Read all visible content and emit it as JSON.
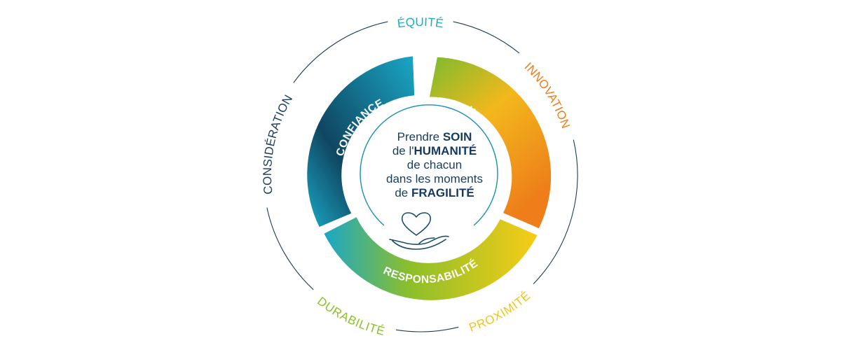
{
  "outer_values": [
    {
      "key": "equite",
      "label": "ÉQUITÉ",
      "color": "#1fa9c4"
    },
    {
      "key": "innovation",
      "label": "INNOVATION",
      "color": "#ee7d1a"
    },
    {
      "key": "proximite",
      "label": "PROXIMITÉ",
      "color": "#f2c31a"
    },
    {
      "key": "durabilite",
      "label": "DURABILITÉ",
      "color": "#8cbf2a"
    },
    {
      "key": "consideration",
      "label": "CONSIDÉRATION",
      "color": "#1b3d5c"
    }
  ],
  "segments": {
    "confiance": {
      "label": "CONFIANCE",
      "colors": [
        "#0f4661",
        "#1aa7c6"
      ]
    },
    "initiative": {
      "label": "INITIATIVE",
      "colors": [
        "#7dbb2e",
        "#f08a10"
      ]
    },
    "responsabilite": {
      "label": "RESPONSABILITÉ",
      "colors": [
        "#1aa7c6",
        "#8cbf2a",
        "#f7cc17"
      ]
    }
  },
  "center": {
    "line1_pre": "Prendre ",
    "line1_bold": "SOIN",
    "line2_pre": "de l'",
    "line2_bold": "HUMANITÉ",
    "line3": "de chacun",
    "line4": "dans les moments",
    "line5_pre": "de ",
    "line5_bold": "FRAGILITÉ"
  },
  "icon": {
    "name": "heart-in-hand-icon",
    "color": "#1b4d6b"
  },
  "colors": {
    "outer_ring": "#1b3d5c",
    "inner_ring": "#1a8fb0"
  }
}
